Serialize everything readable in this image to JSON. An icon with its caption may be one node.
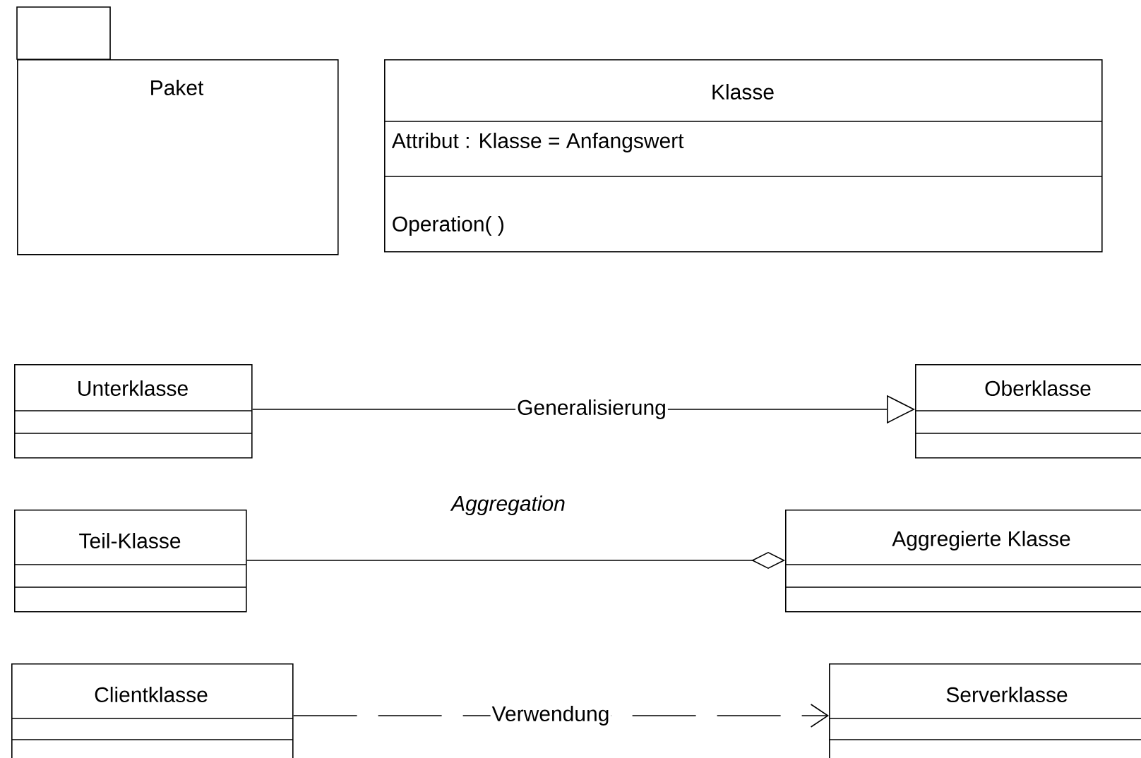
{
  "diagram": {
    "nodes": [
      {
        "text": [
          "Paket"
        ]
      },
      {
        "text": [
          "Klasse",
          "Attribut : Klasse = Anfangswert",
          "Operation( )"
        ]
      },
      {
        "text": [
          "Unterklasse"
        ]
      },
      {
        "text": [
          "Oberklasse"
        ]
      },
      {
        "text": [
          "Teil-Klasse"
        ]
      },
      {
        "text": [
          "Aggregierte Klasse"
        ]
      },
      {
        "text": [
          "Clientklasse"
        ]
      },
      {
        "text": [
          "Serverklasse"
        ]
      }
    ],
    "edges": [
      {
        "from": 2,
        "to": 3,
        "arrow": "to",
        "label": "Generalisierung"
      },
      {
        "from": 4,
        "to": 5,
        "arrow": "other",
        "label": "Aggregation"
      },
      {
        "from": 6,
        "to": 7,
        "arrow": "to",
        "style": "dashed",
        "label": "Verwendung"
      }
    ]
  }
}
